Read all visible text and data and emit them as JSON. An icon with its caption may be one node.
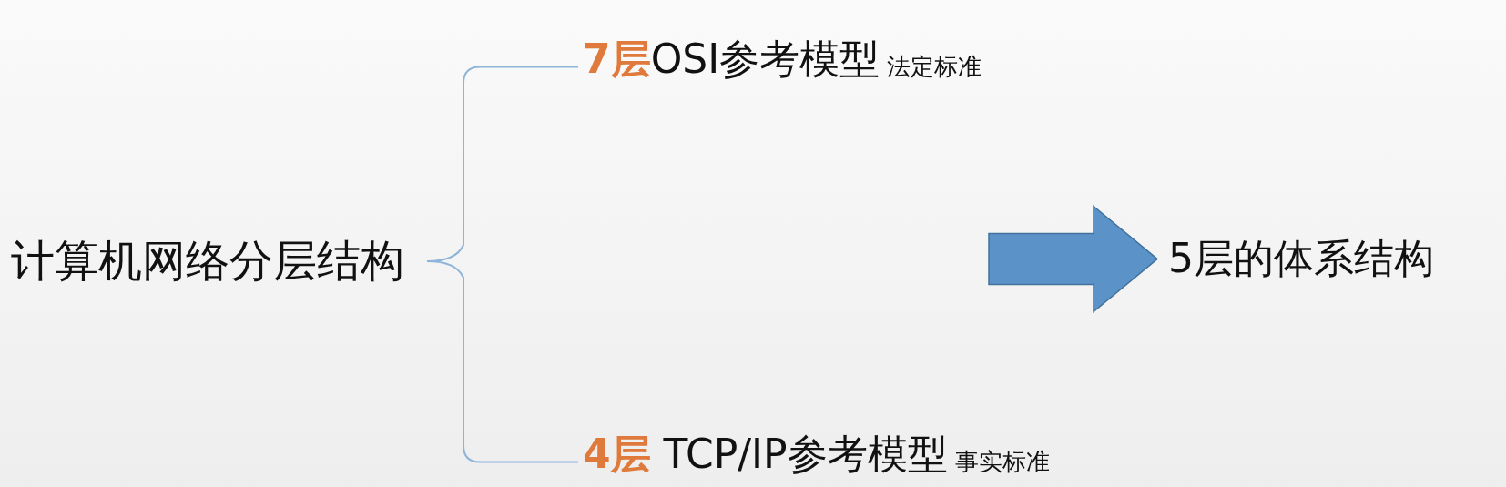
{
  "diagram": {
    "nodes": [
      {
        "text": [
          "计算机网络分层结构"
        ]
      },
      {
        "text": [
          "**7层**OSI参考模型"
        ],
        "beside": [
          "法定标准"
        ]
      },
      {
        "text": [
          "**4层** TCP/IP参考模型"
        ],
        "beside": [
          "事实标准"
        ]
      },
      {
        "text": [
          "5层的体系结构"
        ]
      }
    ],
    "edges": [
      {
        "from": 0,
        "to": 1,
        "arrow": "none",
        "color": "#8fb4d9"
      },
      {
        "from": 0,
        "to": 2,
        "arrow": "none",
        "color": "#8fb4d9"
      },
      {
        "from": null,
        "to": 3,
        "arrow": "to",
        "style": "thick",
        "color": "#5b93c8"
      }
    ]
  }
}
